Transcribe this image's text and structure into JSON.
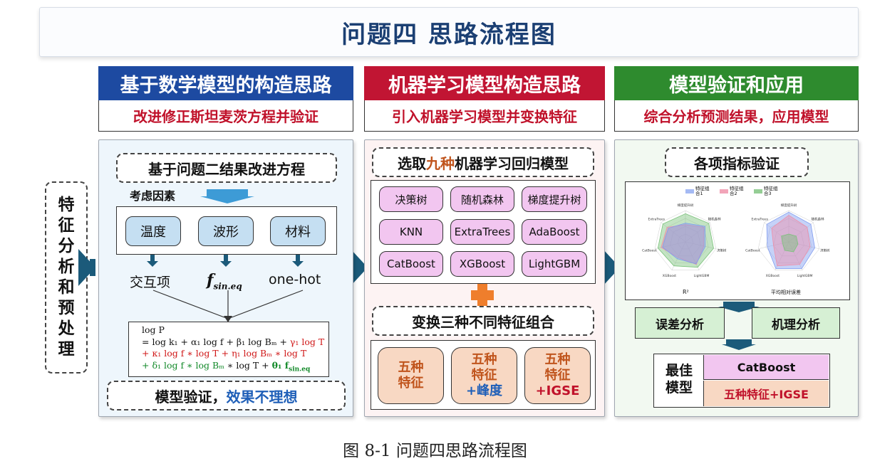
{
  "title": "问题四 思路流程图",
  "side_label": [
    "特",
    "征",
    "分",
    "析",
    "和",
    "预",
    "处",
    "理"
  ],
  "columns": [
    {
      "header": "基于数学模型的构造思路",
      "subheader": "改进修正斯坦麦茨方程并验证",
      "color": "#1d4aa1"
    },
    {
      "header": "机器学习模型构造思路",
      "subheader": "引入机器学习模型并变换特征",
      "color": "#c11533"
    },
    {
      "header": "模型验证和应用",
      "subheader": "综合分析预测结果，应用模型",
      "color": "#2e8b2e"
    }
  ],
  "col1": {
    "box_title": "基于问题二结果改进方程",
    "factor_label": "考虑因素",
    "factors": [
      "温度",
      "波形",
      "材料"
    ],
    "features": [
      "交互项",
      "f",
      "sin.eq",
      "one-hot"
    ],
    "equation": {
      "line1": "log P",
      "line2_black": "= log k₁ + α₁ log f + β₁ log Bₘ + ",
      "line2_red": "γ₁ log T",
      "line3_red": "+ κ₁ log f ∗ log T + η₁ log Bₘ ∗ log T",
      "line4_green_a": "+ δ₁ log f ∗ log Bₘ",
      "line4_black": " ∗ log T + ",
      "line4_green_b": "θ₁ f",
      "line4_sub": "sin.eq"
    },
    "verify_black": "模型验证，",
    "verify_blue": "效果不理想"
  },
  "col2": {
    "box_title_a": "选取",
    "box_title_red": "九种",
    "box_title_b": "机器学习回归模型",
    "models": [
      "决策树",
      "随机森林",
      "梯度提升树",
      "KNN",
      "ExtraTrees",
      "AdaBoost",
      "CatBoost",
      "XGBoost",
      "LightGBM"
    ],
    "combo_title": "变换三种不同特征组合",
    "combos": [
      {
        "l1": "五种",
        "l2": "特征",
        "l3": ""
      },
      {
        "l1": "五种",
        "l2": "特征",
        "l3": "+峰度"
      },
      {
        "l1": "五种",
        "l2": "特征",
        "l3": "+IGSE"
      }
    ]
  },
  "col3": {
    "box_title": "各项指标验证",
    "legend": [
      "特征组合1",
      "特征组合2",
      "特征组合3"
    ],
    "radar1_caption": "R²",
    "radar2_caption": "平均相对误差",
    "radar_axes": [
      "梯度提升树",
      "随机森林",
      "决策树",
      "LightGBM",
      "XGBoost",
      "CatBoost",
      "ExtraTrees"
    ],
    "analysis": [
      "误差分析",
      "机理分析"
    ],
    "best_label_1": "最佳",
    "best_label_2": "模型",
    "best_model": "CatBoost",
    "best_features": "五种特征+IGSE"
  },
  "caption": "图 8-1 问题四思路流程图",
  "colors": {
    "navy": "#1b3f73",
    "arrow": "#1b5a7a",
    "pink": "#f2c6f0",
    "peach": "#f8d8c3",
    "green_box": "#d6f0d4",
    "orange": "#c0541c"
  }
}
